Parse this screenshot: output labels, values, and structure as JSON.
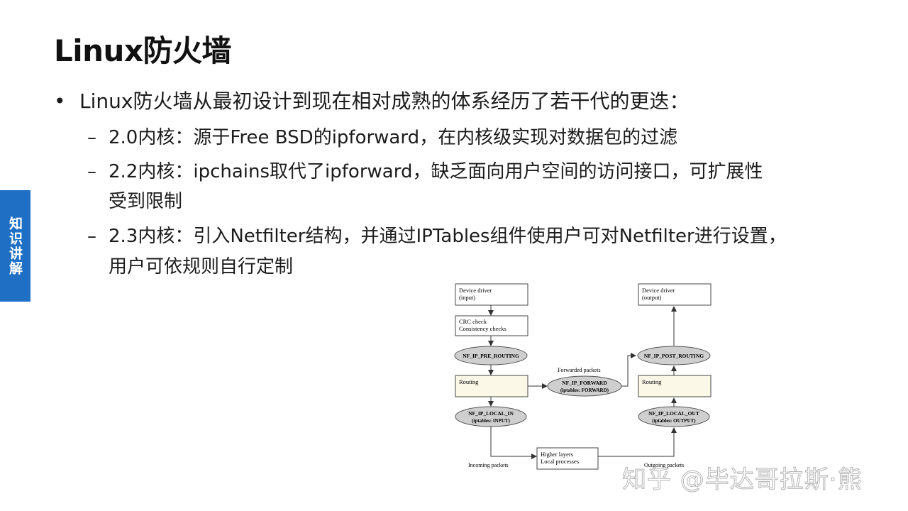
{
  "slide": {
    "title": "Linux防火墙",
    "side_tab": "知识讲解"
  },
  "bullets": {
    "main_marker": "•",
    "main": "Linux防火墙从最初设计到现在相对成熟的体系经历了若干代的更迭：",
    "sub_marker": "–",
    "sub": [
      {
        "line1": "2.0内核：源于Free BSD的ipforward，在内核级实现对数据包的过滤",
        "line2": ""
      },
      {
        "line1": "2.2内核：ipchains取代了ipforward，缺乏面向用户空间的访问接口，可扩展性",
        "line2": "受到限制"
      },
      {
        "line1": "2.3内核：引入Netfilter结构，并通过IPTables组件使用户可对Netfilter进行设置，",
        "line2": "用户可依规则自行定制"
      }
    ]
  },
  "diagram": {
    "left_top_box": [
      "Device driver",
      "(input)"
    ],
    "crc_box": [
      "CRC check",
      "Consistency checks"
    ],
    "pre_routing": "NF_IP_PRE_ROUTING",
    "routing_left": "Routing",
    "local_in": [
      "NF_IP_LOCAL_IN",
      "(iptables: INPUT)"
    ],
    "incoming": "Incoming packets",
    "forwarded_label": "Forwarded packets",
    "forward": [
      "NF_IP_FORWARD",
      "(iptables: FORWARD)"
    ],
    "higher_layers": [
      "Higher layers",
      "Local processes"
    ],
    "right_top_box": [
      "Device driver",
      "(output)"
    ],
    "post_routing": "NF_IP_POST_ROUTING",
    "routing_right": "Routing",
    "local_out": [
      "NF_IP_LOCAL_OUT",
      "(iptables: OUTPUT)"
    ],
    "outgoing": "Outgoing packets"
  },
  "watermark": "知乎 @毕达哥拉斯·熊"
}
